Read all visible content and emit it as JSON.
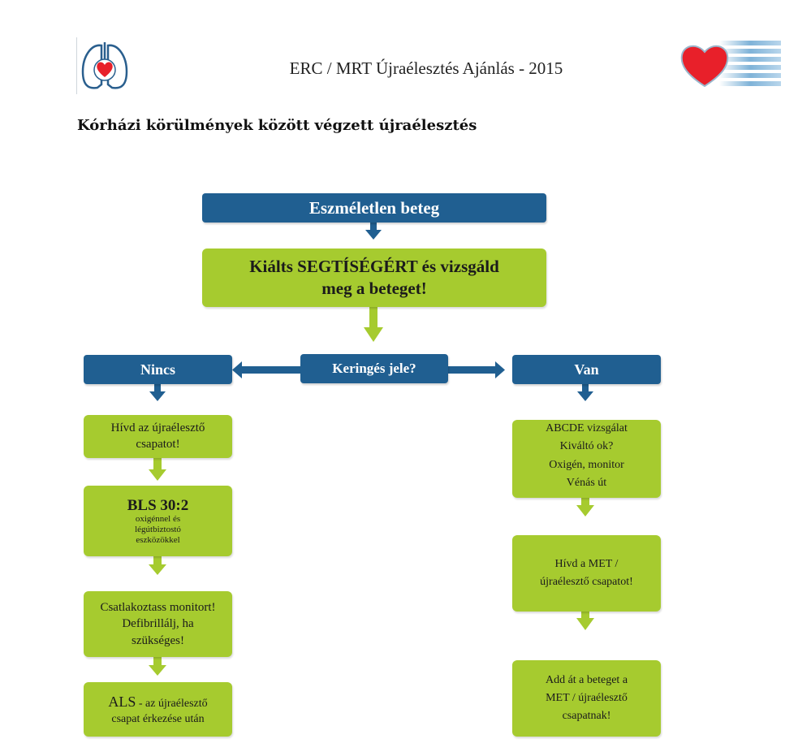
{
  "header": {
    "title": "ERC / MRT Újraélesztés Ajánlás - 2015",
    "left_logo_icon": "lungs-heart-icon",
    "right_logo_icon": "heart-stripes-icon"
  },
  "page_title": "Kórházi körülmények között végzett újraélesztés",
  "colors": {
    "blue": "#205f91",
    "green": "#a6cb2f",
    "heart_red": "#e8202a"
  },
  "flow": {
    "start": "Eszméletlen beteg",
    "check_line1": "Kiálts SEGTÍSÉGÉRT és vizsgáld",
    "check_line2": "meg a beteget!",
    "question": "Keringés jele?",
    "no_label": "Nincs",
    "yes_label": "Van",
    "no_steps": {
      "call_team_line1": "Hívd az újraélesztő",
      "call_team_line2": "csapatot!",
      "bls_title": "BLS 30:2",
      "bls_sub1": "oxigénnel és",
      "bls_sub2": "légútbiztostó",
      "bls_sub3": "eszközökkel",
      "monitor_line1": "Csatlakoztass monitort!",
      "monitor_line2": "Defibrillálj, ha",
      "monitor_line3": "szükséges!",
      "als_prefix": "ALS",
      "als_rest": " - az újraélesztő",
      "als_line2": "csapat érkezése után"
    },
    "yes_steps": {
      "abcde_line1": "ABCDE vizsgálat",
      "abcde_line2": "Kiváltó ok?",
      "abcde_line3": "Oxigén, monitor",
      "abcde_line4": "Vénás út",
      "call_met_line1": "Hívd a MET /",
      "call_met_line2": "újraélesztő csapatot!",
      "handover_line1": "Add át a beteget a",
      "handover_line2": "MET / újraélesztő",
      "handover_line3": "csapatnak!"
    }
  }
}
